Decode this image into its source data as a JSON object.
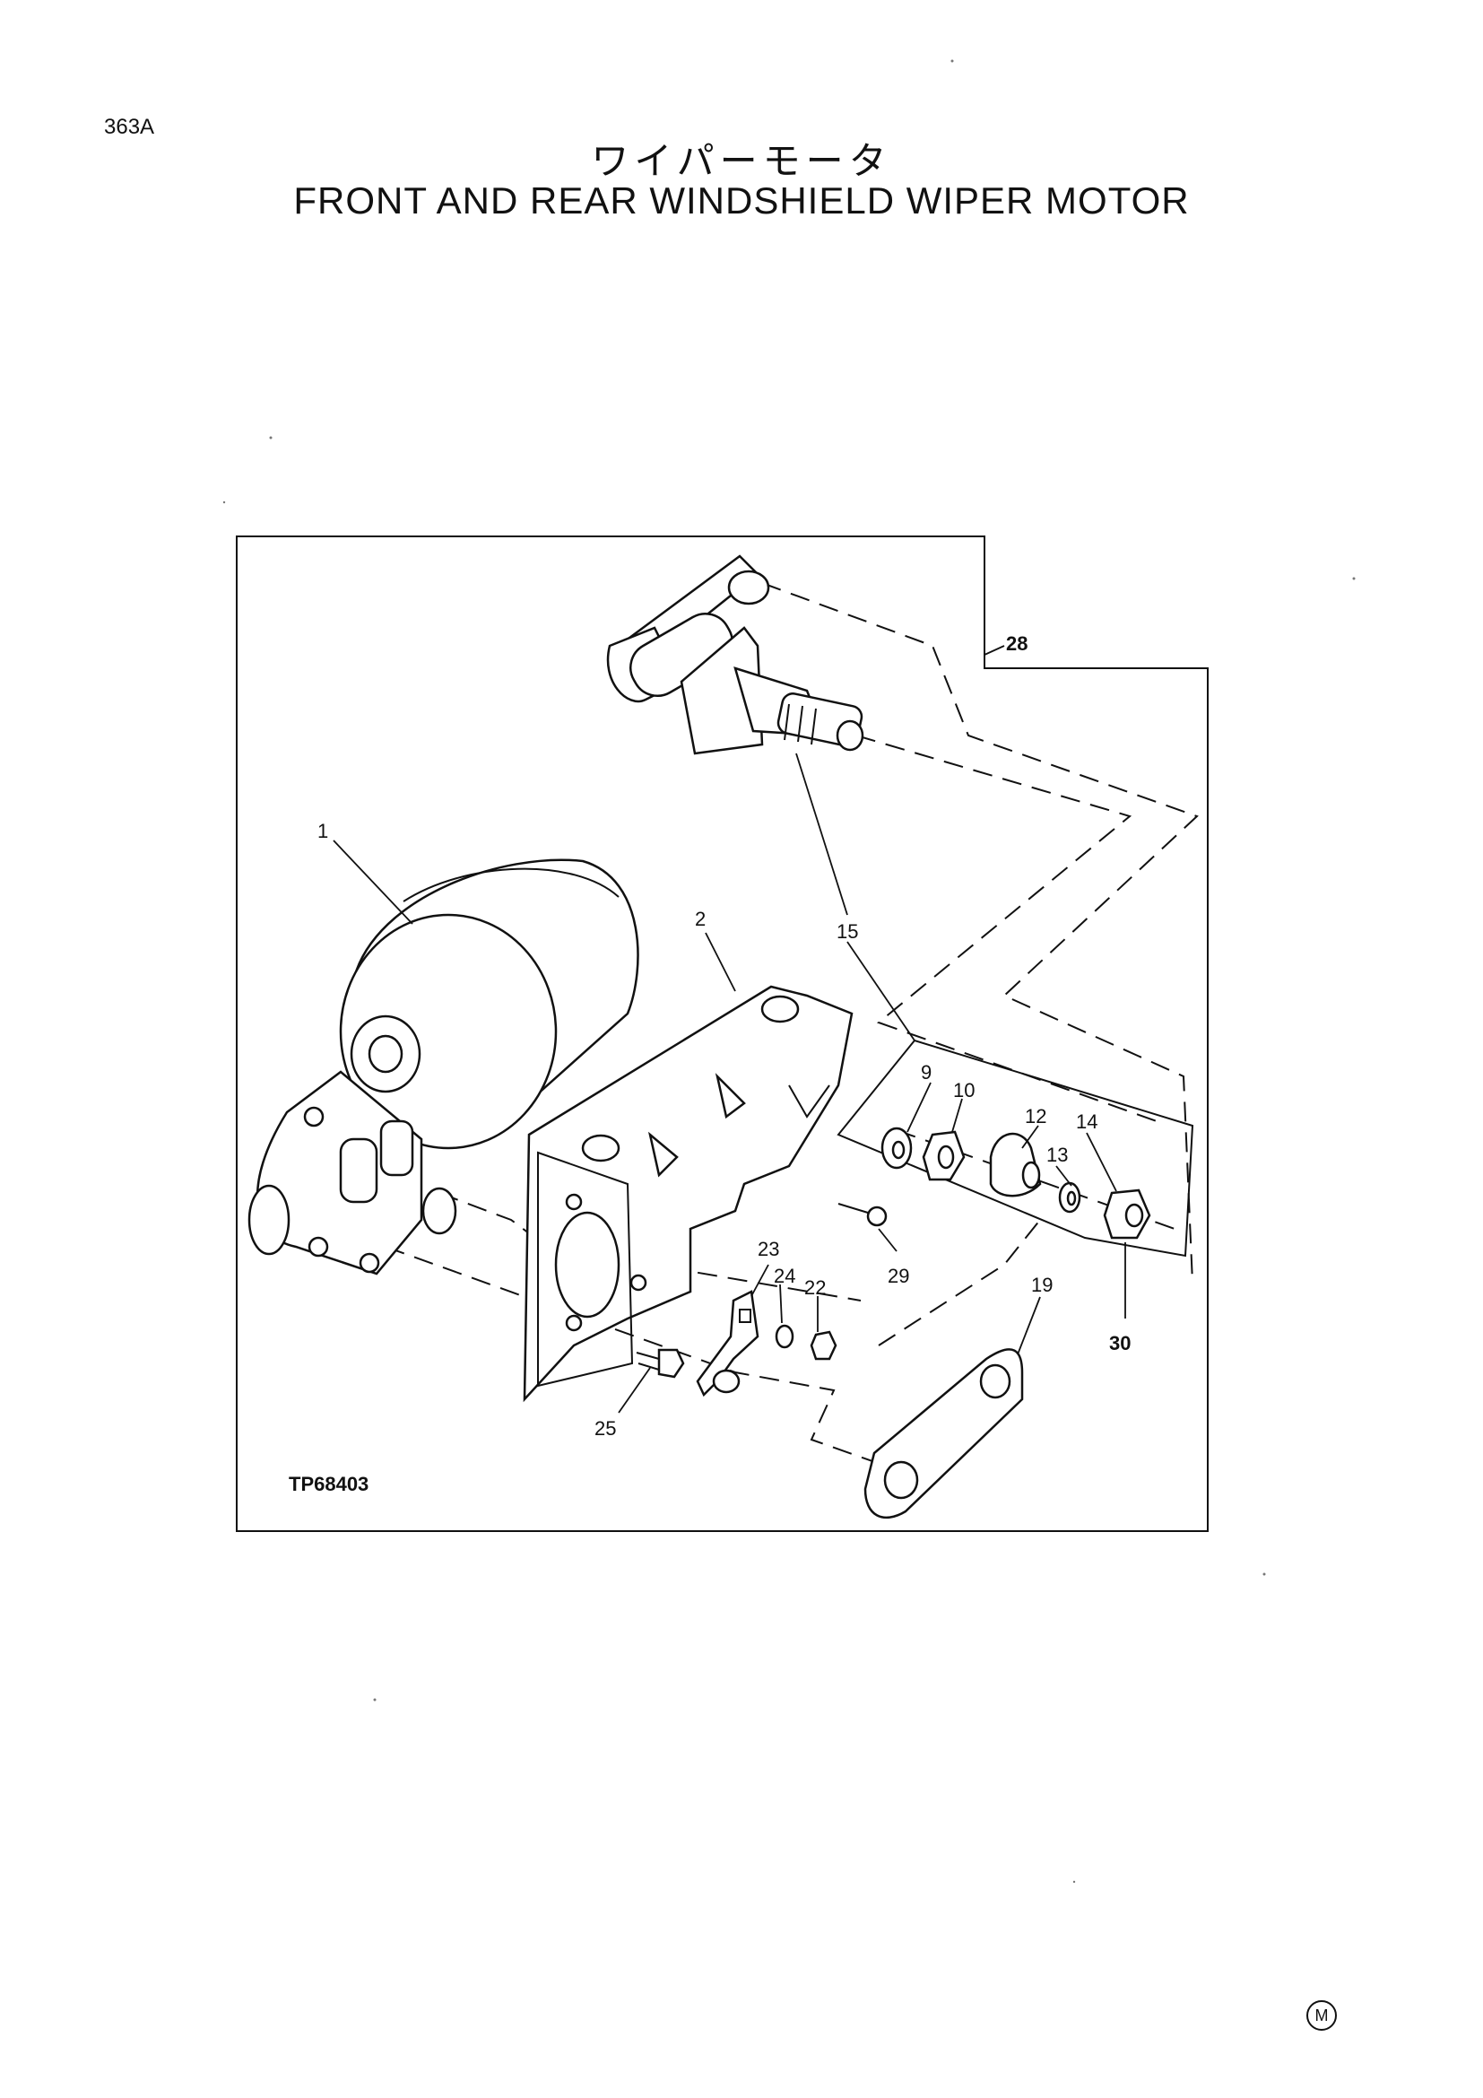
{
  "header": {
    "page_code": "363A",
    "title_jp": "ワイパーモータ",
    "title_en": "FRONT AND REAR WINDSHIELD WIPER MOTOR"
  },
  "figure": {
    "code": "TP68403",
    "callouts": [
      "1",
      "2",
      "9",
      "10",
      "12",
      "13",
      "14",
      "15",
      "19",
      "22",
      "23",
      "24",
      "25",
      "28",
      "29",
      "30"
    ]
  },
  "footer": {
    "mark": "M"
  }
}
